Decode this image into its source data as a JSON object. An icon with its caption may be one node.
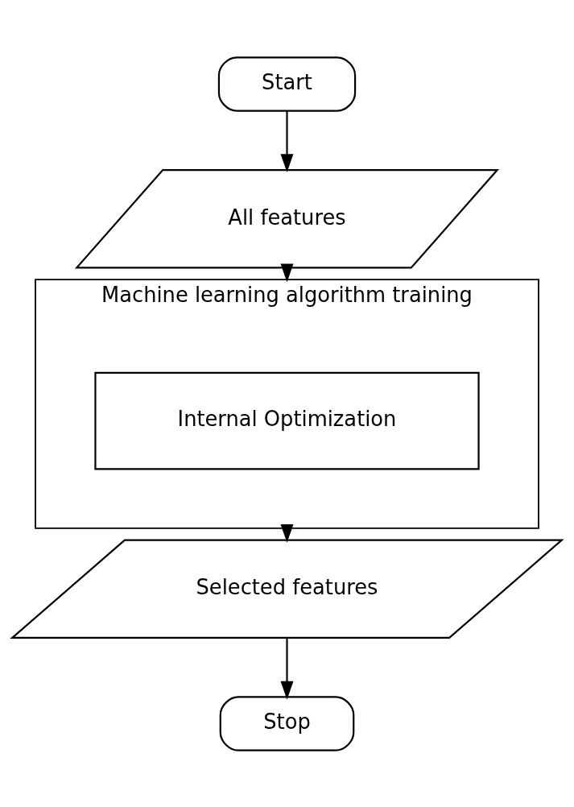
{
  "diagram": {
    "nodes": [
      {
        "text": [
          "Start"
        ]
      },
      {
        "text": [
          "All features"
        ]
      },
      {
        "text": [
          "Machine learning algorithm training"
        ]
      },
      {
        "text": [
          "Internal Optimization"
        ],
        "in": 2
      },
      {
        "text": [
          "Selected features"
        ]
      },
      {
        "text": [
          "Stop"
        ]
      }
    ],
    "edges": [
      {
        "from": 0,
        "to": 1,
        "arrow": "to"
      },
      {
        "from": 1,
        "to": 2,
        "arrow": "to"
      },
      {
        "from": 2,
        "to": 4,
        "arrow": "to"
      },
      {
        "from": 4,
        "to": 5,
        "arrow": "to"
      }
    ]
  }
}
